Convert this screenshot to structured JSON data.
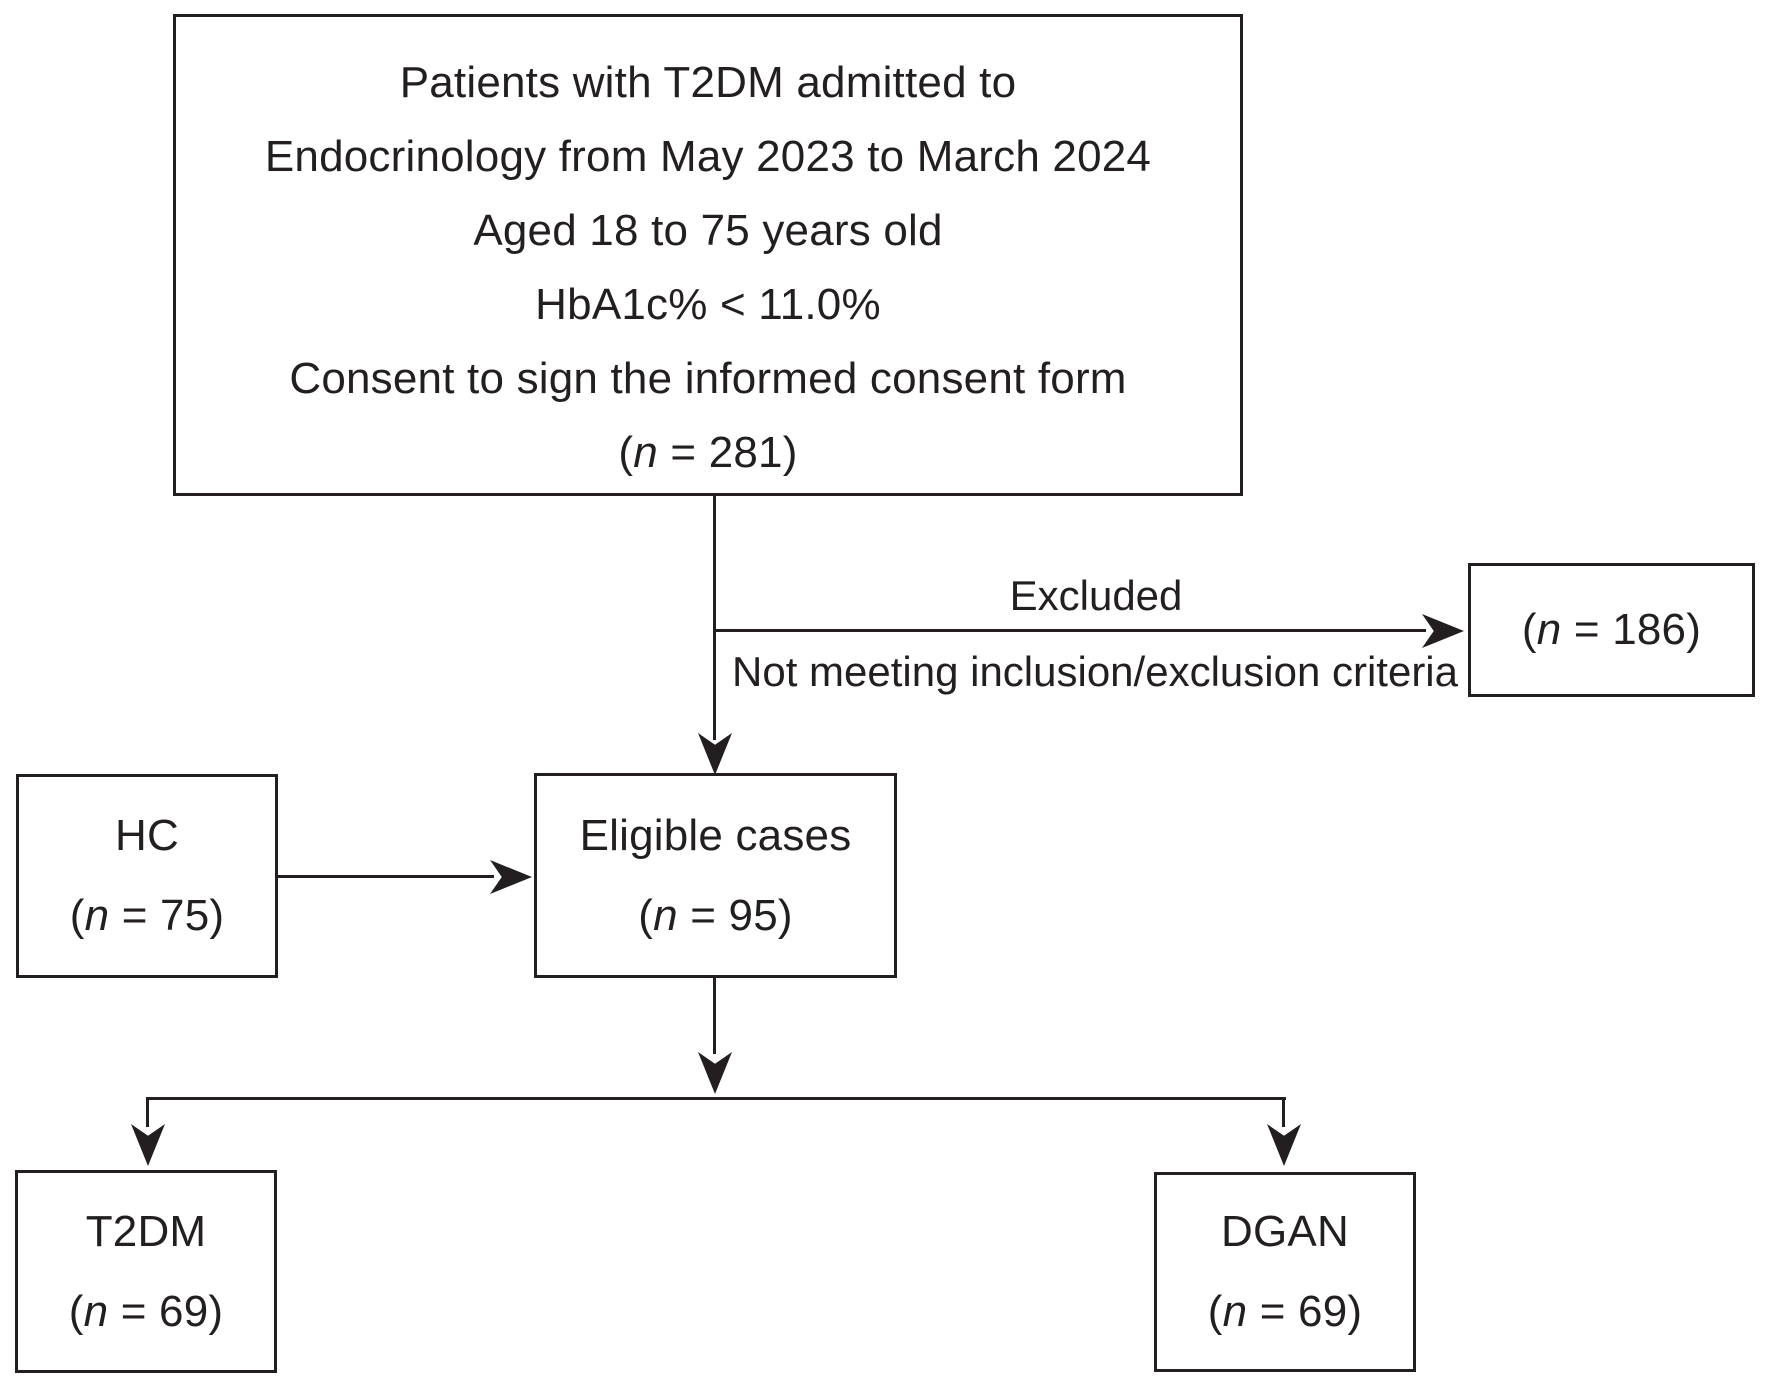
{
  "colors": {
    "ink": "#231f20",
    "background": "#ffffff"
  },
  "boxes": {
    "screening": {
      "lines": [
        "Patients with T2DM admitted to",
        "Endocrinology from May 2023 to March 2024",
        "Aged 18 to 75 years old",
        "HbA1c% < 11.0%",
        "Consent to sign the informed consent form"
      ],
      "n_open": "(",
      "n_symbol": "n",
      "n_rest": " = 281)"
    },
    "excluded": {
      "n_open": "(",
      "n_symbol": "n",
      "n_rest": " = 186)"
    },
    "hc": {
      "title": "HC",
      "n_open": "(",
      "n_symbol": "n",
      "n_rest": " = 75)"
    },
    "eligible": {
      "title": "Eligible cases",
      "n_open": "(",
      "n_symbol": "n",
      "n_rest": " = 95)"
    },
    "t2dm": {
      "title": "T2DM",
      "n_open": "(",
      "n_symbol": "n",
      "n_rest": " = 69)"
    },
    "dgan": {
      "title": "DGAN",
      "n_open": "(",
      "n_symbol": "n",
      "n_rest": " = 69)"
    }
  },
  "labels": {
    "excluded": "Excluded",
    "excluded_reason": "Not meeting inclusion/exclusion criteria"
  }
}
